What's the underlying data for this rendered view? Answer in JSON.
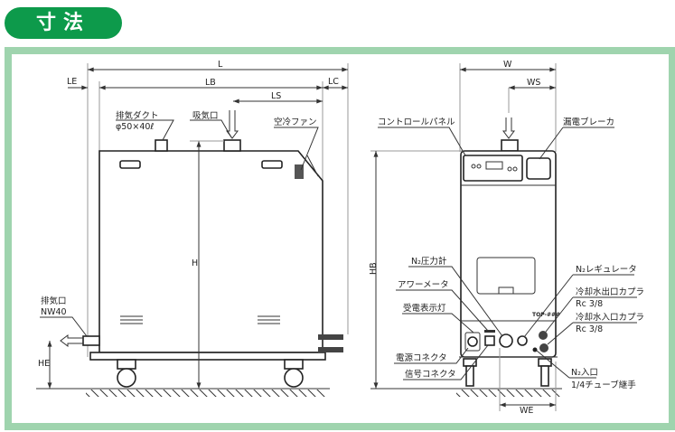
{
  "header": {
    "title": "寸法"
  },
  "side_view": {
    "dims": {
      "L": "L",
      "LE": "LE",
      "LB": "LB",
      "LC": "LC",
      "LS": "LS",
      "H": "H",
      "HE": "HE"
    },
    "labels": {
      "exhaust_duct": "排気ダクト",
      "exhaust_duct_size": "φ50×40ℓ",
      "intake": "吸気口",
      "fan": "空冷ファン",
      "exhaust_port": "排気口",
      "exhaust_port_size": "NW40"
    }
  },
  "front_view": {
    "dims": {
      "W": "W",
      "WS": "WS",
      "HB": "HB",
      "WE": "WE"
    },
    "labels": {
      "control_panel": "コントロールパネル",
      "breaker": "漏電ブレーカ",
      "n2_gauge": "N₂圧力計",
      "hour_meter": "アワーメータ",
      "power_lamp": "受電表示灯",
      "power_connector": "電源コネクタ",
      "signal_connector": "信号コネクタ",
      "n2_regulator": "N₂レギュレータ",
      "coolant_out": "冷却水出口カプラ",
      "coolant_out_size": "Rc 3/8",
      "coolant_in": "冷却水入口カプラ",
      "coolant_in_size": "Rc 3/8",
      "n2_inlet": "N₂入口",
      "n2_inlet_fitting": "1/4チューブ継手",
      "model_badge": "TOP-###"
    }
  }
}
